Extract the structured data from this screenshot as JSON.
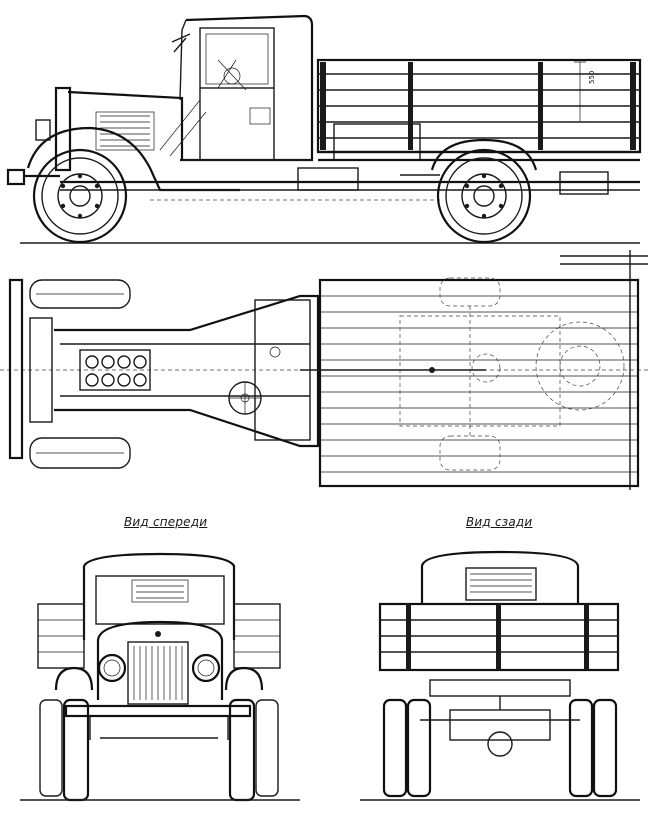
{
  "views": {
    "front_label": "Вид спереди",
    "rear_label": "Вид сзади"
  },
  "dimensions": {
    "side_rail_height": "550"
  }
}
